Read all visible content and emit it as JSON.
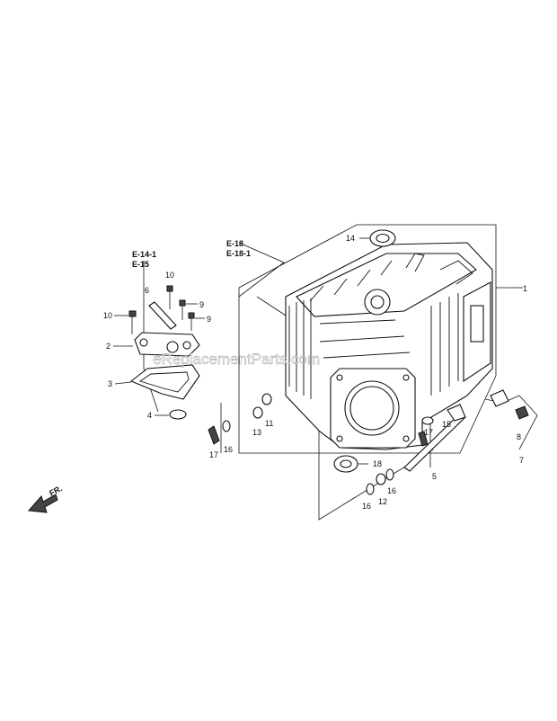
{
  "watermark": "eReplacementParts.com",
  "references": {
    "left_ref_1": "E-14-1",
    "left_ref_2": "E-15",
    "top_ref_1": "E-18",
    "top_ref_2": "E-18-1",
    "front_mark": "FR."
  },
  "callouts": {
    "c1": "1",
    "c2": "2",
    "c3": "3",
    "c4": "4",
    "c5": "5",
    "c6": "6",
    "c7": "7",
    "c8": "8",
    "c9a": "9",
    "c9b": "9",
    "c10a": "10",
    "c10b": "10",
    "c11": "11",
    "c12": "12",
    "c13": "13",
    "c14": "14",
    "c15": "15",
    "c16a": "16",
    "c16b": "16",
    "c16c": "16",
    "c17a": "17",
    "c17b": "17",
    "c18": "18"
  }
}
